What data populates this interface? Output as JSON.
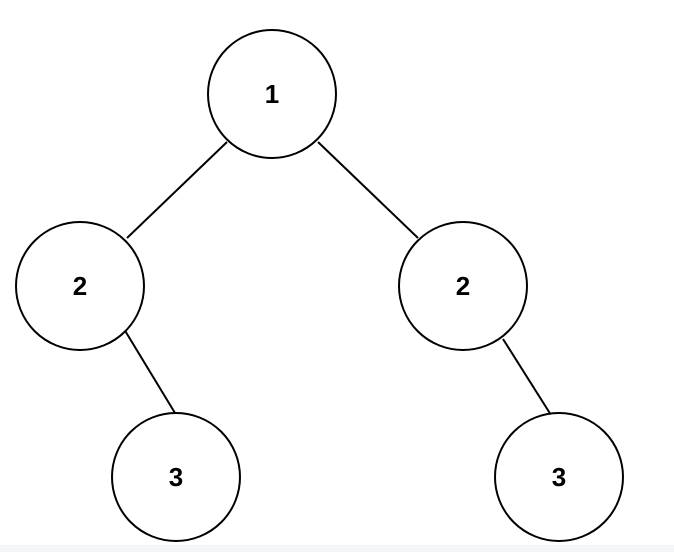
{
  "tree": {
    "nodes": [
      {
        "id": "root",
        "label": "1"
      },
      {
        "id": "left",
        "label": "2"
      },
      {
        "id": "right",
        "label": "2"
      },
      {
        "id": "left-child",
        "label": "3"
      },
      {
        "id": "right-child",
        "label": "3"
      }
    ],
    "edges": [
      {
        "from": "root",
        "to": "left"
      },
      {
        "from": "root",
        "to": "right"
      },
      {
        "from": "left",
        "to": "left-child"
      },
      {
        "from": "right",
        "to": "right-child"
      }
    ]
  },
  "colors": {
    "background": "#ffffff",
    "stroke": "#000000",
    "text": "#000000",
    "bottom_strip": "#f5f6f7"
  }
}
